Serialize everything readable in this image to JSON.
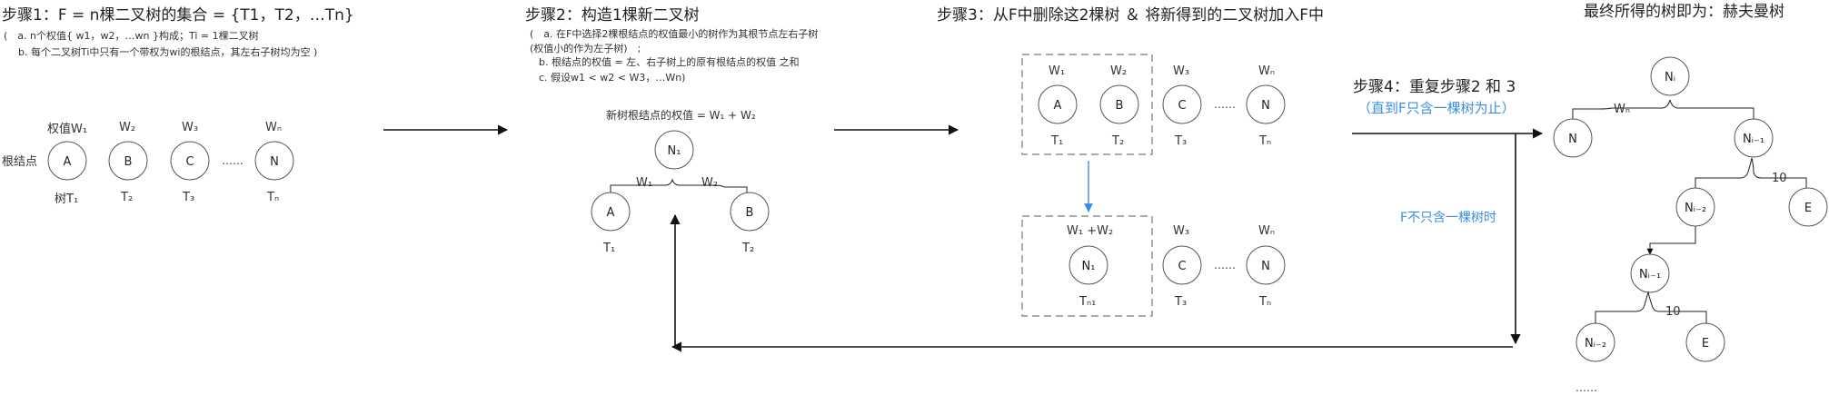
{
  "step1": {
    "title": "步骤1：F = n棵二叉树的集合 = {T1，T2，…Tn}",
    "note_a": "(　a. n个权值{ w1，w2，…wn }构成；Ti = 1棵二叉树",
    "note_b": "b. 每个二叉树Ti中只有一个带权为wi的根结点，其左右子树均为空 )",
    "root_label": "根结点",
    "weights": [
      "权值W₁",
      "W₂",
      "W₃",
      "Wₙ"
    ],
    "nodes": [
      "A",
      "B",
      "C",
      "N"
    ],
    "ellipsis": "……",
    "trees": [
      "树T₁",
      "T₂",
      "T₃",
      "Tₙ"
    ]
  },
  "step2": {
    "title": "步骤2：构造1棵新二叉树",
    "note_a": "(　a. 在F中选择2棵根结点的权值最小的树作为其根节点左右子树",
    "note_a2": "(权值小的作为左子树)　;",
    "note_b": "b. 根结点的权值 = 左、右子树上的原有根结点的权值 之和",
    "note_c": "c. 假设w1 < w2 < W3，…Wn)",
    "root_weight": "新树根结点的权值 = W₁ + W₂",
    "root": "N₁",
    "w_left": "W₁",
    "w_right": "W₂",
    "left": "A",
    "right": "B",
    "t_left": "T₁",
    "t_right": "T₂"
  },
  "step3": {
    "title": "步骤3：从F中删除这2棵树 ＆ 将新得到的二叉树加入F中",
    "top_weights": [
      "W₁",
      "W₂",
      "W₃",
      "Wₙ"
    ],
    "top_nodes": [
      "A",
      "B",
      "C",
      "N"
    ],
    "top_trees": [
      "T₁",
      "T₂",
      "T₃",
      "Tₙ"
    ],
    "ellipsis": "……",
    "bottom_weights": [
      "W₁ +W₂",
      "W₃",
      "Wₙ"
    ],
    "bottom_nodes": [
      "N₁",
      "C",
      "N"
    ],
    "bottom_trees": [
      "Tₙ₁",
      "T₃",
      "Tₙ"
    ]
  },
  "step4": {
    "title": "步骤4：重复步骤2 和 3",
    "subtitle": "（直到F只含一棵树为止）",
    "loop_label": "F不只含一棵树时"
  },
  "final": {
    "title": "最终所得的树即为：赫夫曼树",
    "root": "Nᵢ",
    "w_root_left": "Wₙ",
    "n_left": "N",
    "n_right": "Nᵢ₋₁",
    "w_10a": "10",
    "n2": "Nᵢ₋₂",
    "e1": "E",
    "n3": "Nᵢ₋₁",
    "w_10b": "10",
    "n4": "Nᵢ₋₂",
    "e2": "E",
    "ellipsis": "……"
  },
  "colors": {
    "accent_blue": "#3b8fe0",
    "line": "#222222",
    "dash": "#777777"
  }
}
